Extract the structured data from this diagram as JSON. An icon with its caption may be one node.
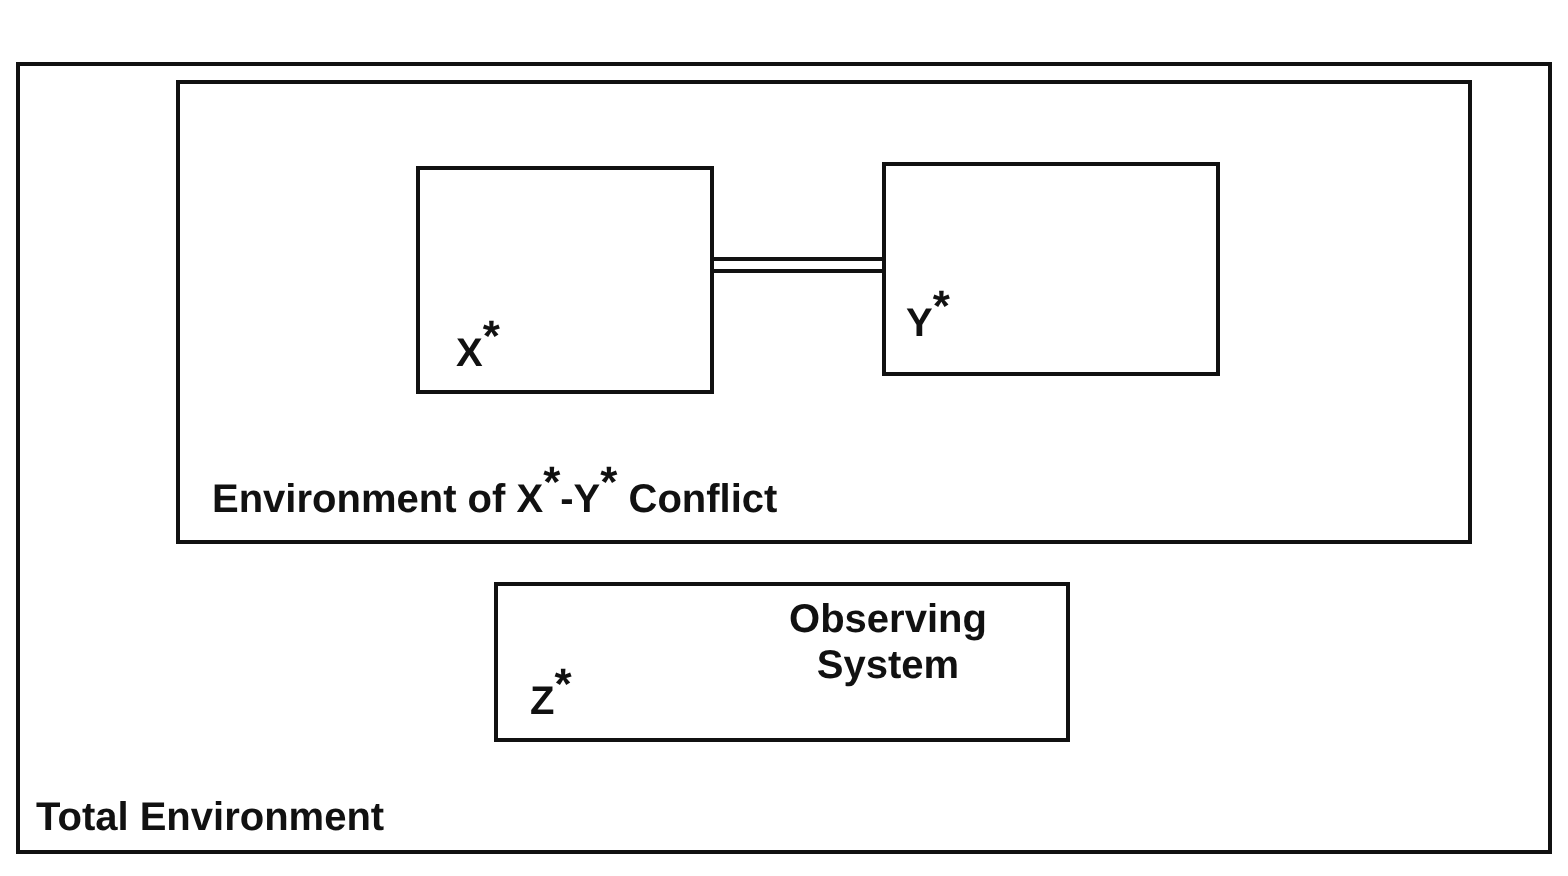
{
  "diagram": {
    "nodes": [
      {
        "text": [
          "Total Environment"
        ]
      },
      {
        "text": [
          "Environment of X$^{*}$-Y$^{*}$ Conflict"
        ],
        "in": 0
      },
      {
        "text": [
          "X$^{*}$"
        ],
        "in": 1
      },
      {
        "text": [
          "Y$^{*}$"
        ],
        "in": 1
      },
      {
        "text": [
          "Z$^{*}$",
          "Observing System"
        ],
        "in": 0
      }
    ],
    "edges": [
      {
        "from": 2,
        "to": 3,
        "arrow": "none"
      }
    ]
  }
}
